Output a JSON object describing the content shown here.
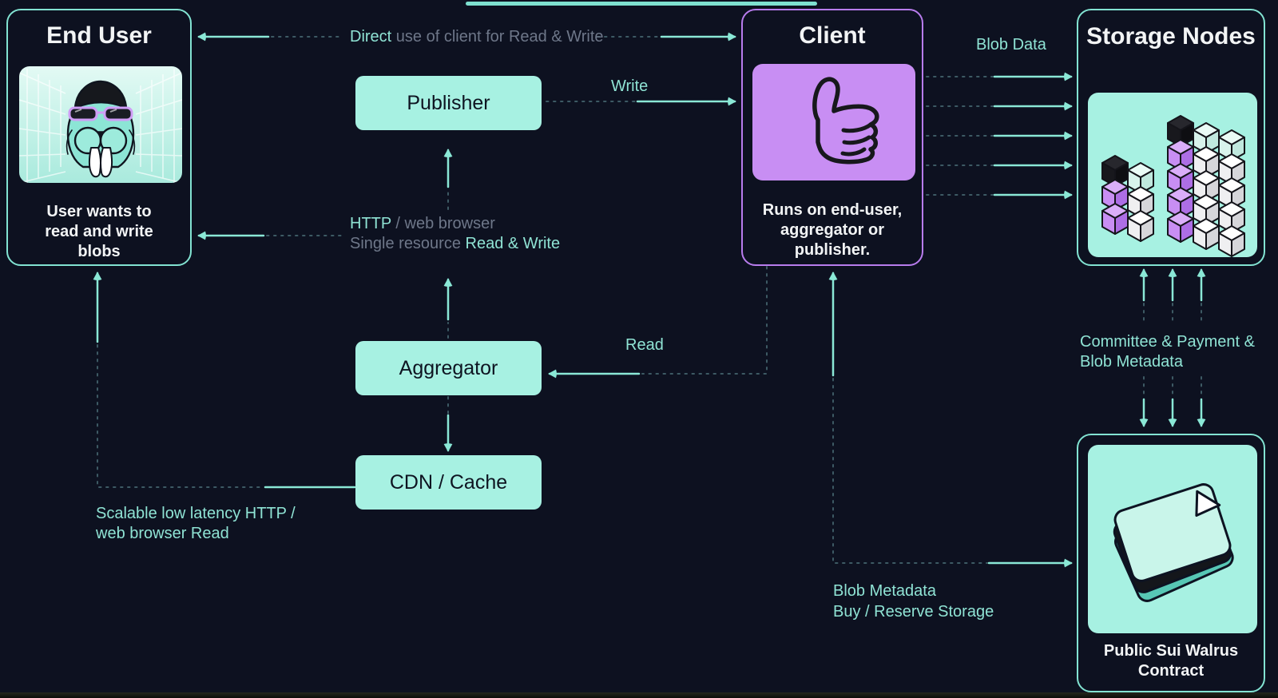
{
  "colors": {
    "background": "#0d1120",
    "teal_border": "#82e3d2",
    "teal_fill": "#a7f1e2",
    "purple_border": "#b87ced",
    "purple_fill": "#c88ef3",
    "arrow_teal": "#8ae8d6",
    "dash_muted": "#3d5a64",
    "label_teal": "#8fe3d4",
    "label_gray": "#6e7789",
    "text_light": "#f2f4f5",
    "text_dark": "#0e1421"
  },
  "nodes": {
    "end_user": {
      "title": "End User",
      "caption": "User wants to read and write blobs"
    },
    "publisher": {
      "label": "Publisher"
    },
    "aggregator": {
      "label": "Aggregator"
    },
    "cdn": {
      "label": "CDN / Cache"
    },
    "client": {
      "title": "Client",
      "caption": "Runs on end-user, aggregator or publisher."
    },
    "storage_nodes": {
      "title": "Storage Nodes"
    },
    "contract": {
      "caption": "Public Sui Walrus Contract"
    }
  },
  "edge_labels": {
    "direct_highlight": "Direct",
    "direct_rest": " use of client for Read & Write",
    "write": "Write",
    "blob_data": "Blob Data",
    "http_teal": "HTTP",
    "http_gray": " / web browser",
    "single_gray": "Single resource ",
    "single_teal": "Read & Write",
    "read": "Read",
    "committee_line1": "Committee & Payment &",
    "committee_line2": "Blob Metadata",
    "scalable_line1": "Scalable low latency HTTP /",
    "scalable_line2": "web browser Read",
    "blob_metadata": "Blob Metadata",
    "buy_reserve": "Buy / Reserve Storage"
  }
}
